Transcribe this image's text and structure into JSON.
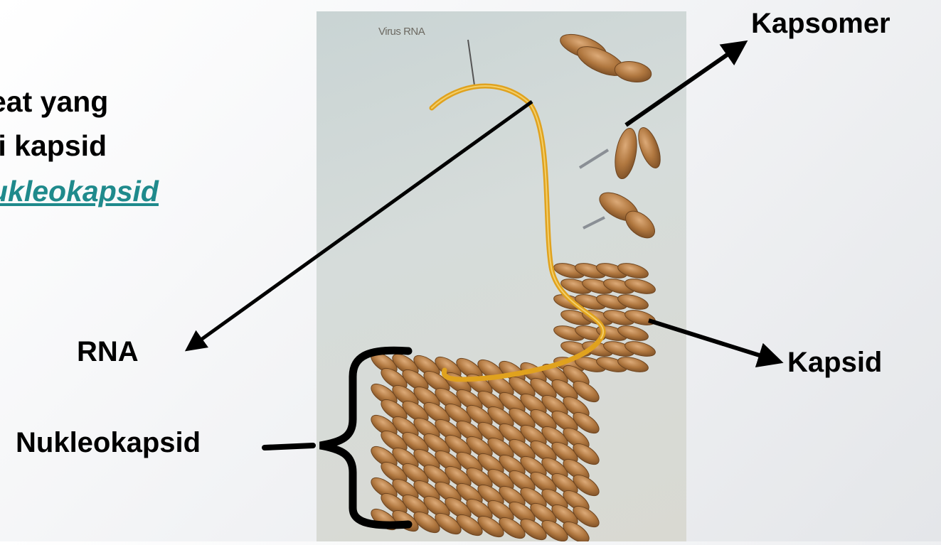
{
  "slide": {
    "text_lines": [
      "eat yang",
      "ji kapsid",
      "ukleokapsid"
    ]
  },
  "labels": {
    "rna": "RNA",
    "nukleokapsid": "Nukleokapsid",
    "kapsid": "Kapsid",
    "kapsomer": "Kapsomer"
  },
  "photo": {
    "caption": "Virus RNA"
  },
  "colors": {
    "emphasis_text": "#1f8a8c",
    "capsomere": "#b0773f",
    "rna_strand": "#e0a21e",
    "arrows": "#000000"
  }
}
